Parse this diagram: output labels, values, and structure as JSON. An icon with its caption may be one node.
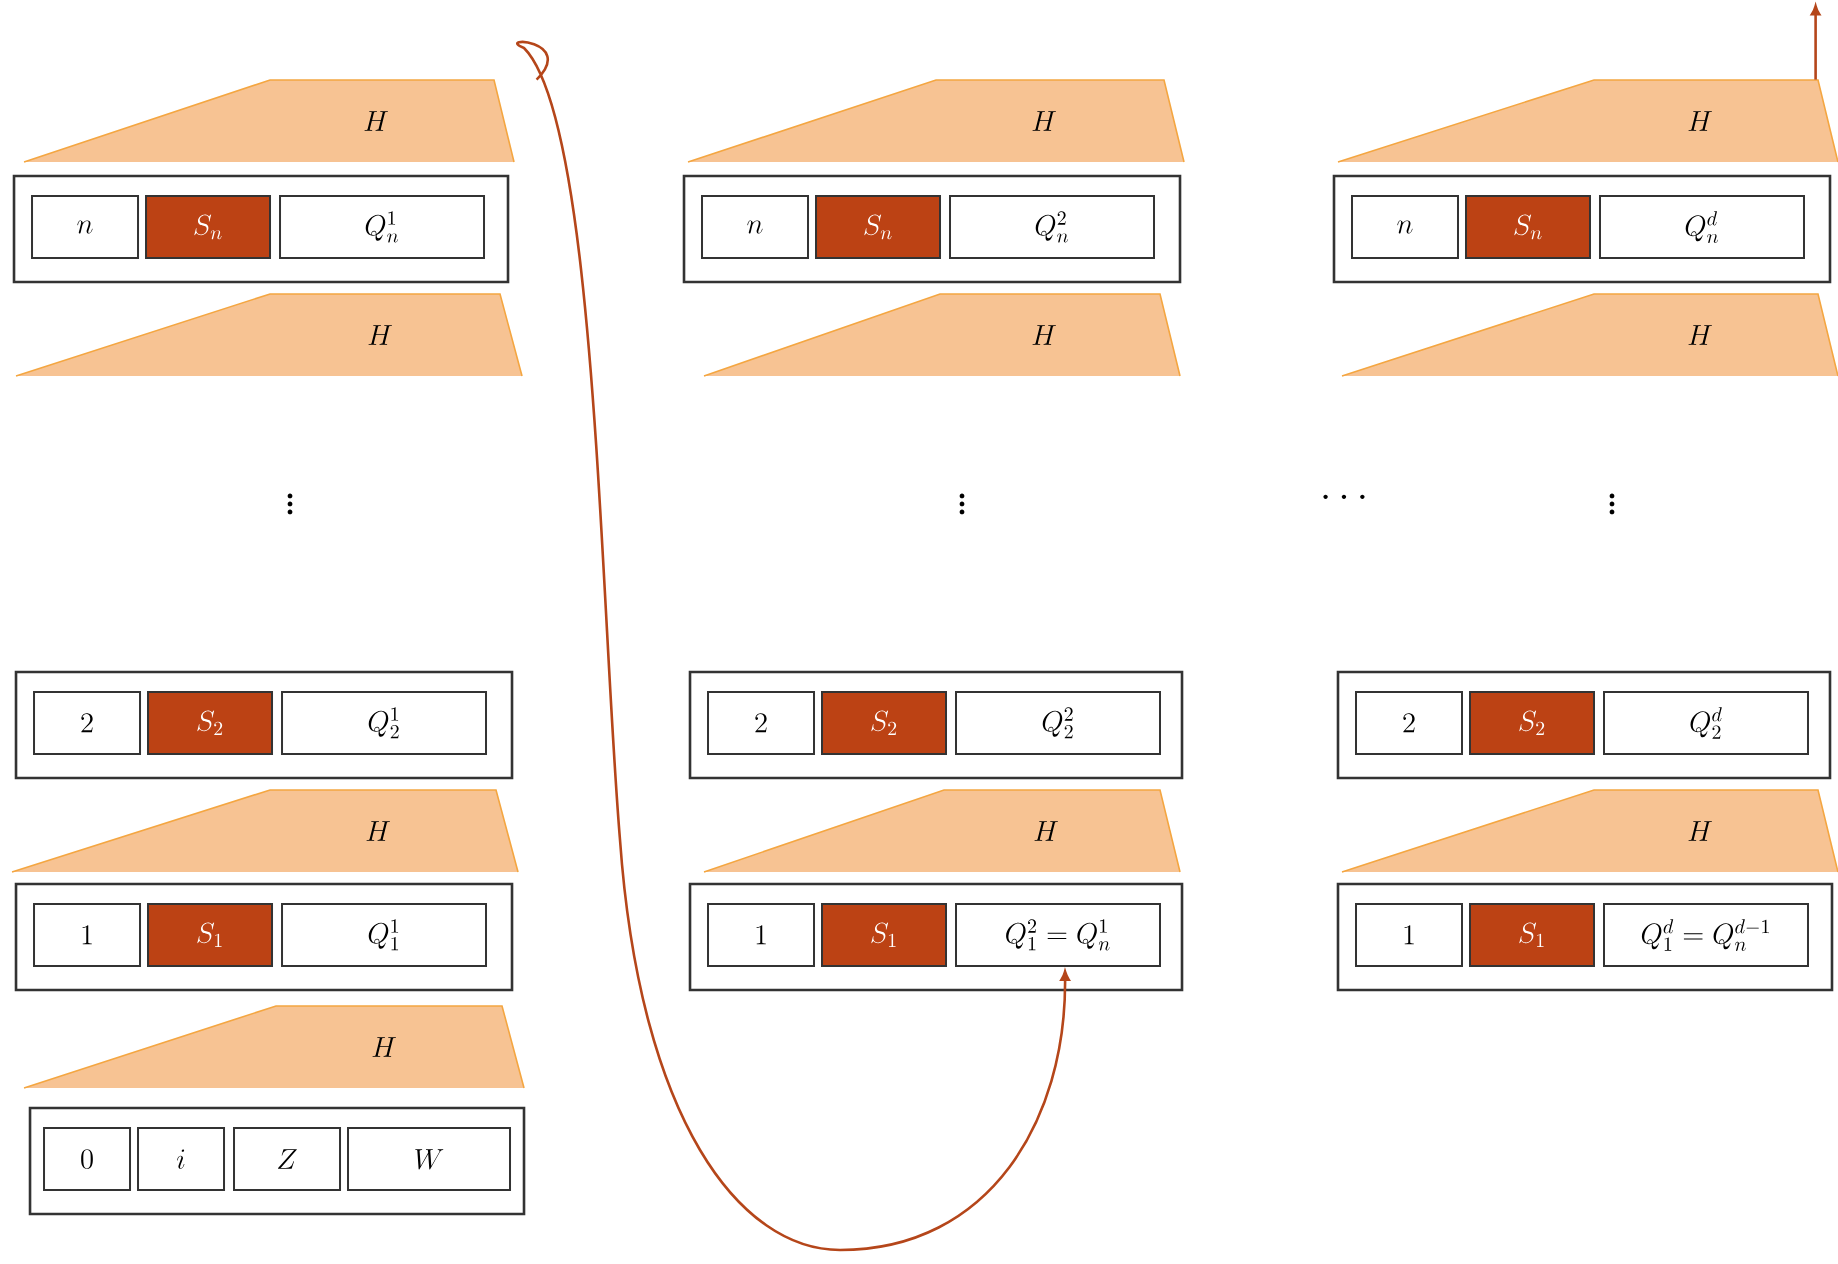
{
  "diagram": {
    "nodes": [
      {
        "text": [
          "H"
        ]
      },
      {
        "text": [],
        "shape": "box"
      },
      {
        "text": [
          "n"
        ],
        "in": 1
      },
      {
        "text": [
          "S_n"
        ],
        "in": 1
      },
      {
        "text": [
          "Q_n^1"
        ],
        "in": 1
      },
      {
        "text": [
          "H"
        ]
      },
      {
        "text": [],
        "shape": "box"
      },
      {
        "text": [
          "2"
        ],
        "in": 6
      },
      {
        "text": [
          "S_2"
        ],
        "in": 6
      },
      {
        "text": [
          "Q_2^1"
        ],
        "in": 6
      },
      {
        "text": [
          "H"
        ]
      },
      {
        "text": [],
        "shape": "box"
      },
      {
        "text": [
          "1"
        ],
        "in": 11
      },
      {
        "text": [
          "S_1"
        ],
        "in": 11
      },
      {
        "text": [
          "Q_1^1"
        ],
        "in": 11
      },
      {
        "text": [
          "H"
        ]
      },
      {
        "text": [],
        "shape": "box"
      },
      {
        "text": [
          "0"
        ],
        "in": 16
      },
      {
        "text": [
          "i"
        ],
        "in": 16
      },
      {
        "text": [
          "Z"
        ],
        "in": 16
      },
      {
        "text": [
          "W"
        ],
        "in": 16
      },
      {
        "text": [
          "H"
        ]
      },
      {
        "text": [],
        "shape": "box"
      },
      {
        "text": [
          "n"
        ],
        "in": 22
      },
      {
        "text": [
          "S_n"
        ],
        "in": 22
      },
      {
        "text": [
          "Q_n^2"
        ],
        "in": 22
      },
      {
        "text": [
          "H"
        ]
      },
      {
        "text": [],
        "shape": "box"
      },
      {
        "text": [
          "2"
        ],
        "in": 27
      },
      {
        "text": [
          "S_2"
        ],
        "in": 27
      },
      {
        "text": [
          "Q_2^2"
        ],
        "in": 27
      },
      {
        "text": [
          "H"
        ]
      },
      {
        "text": [],
        "shape": "box"
      },
      {
        "text": [
          "1"
        ],
        "in": 32
      },
      {
        "text": [
          "S_1"
        ],
        "in": 32
      },
      {
        "text": [
          "Q_1^2 = Q_n^1"
        ],
        "in": 32
      },
      {
        "text": [
          "H"
        ]
      },
      {
        "text": [],
        "shape": "box"
      },
      {
        "text": [
          "n"
        ],
        "in": 37
      },
      {
        "text": [
          "S_n"
        ],
        "in": 37
      },
      {
        "text": [
          "Q_n^d"
        ],
        "in": 37
      },
      {
        "text": [
          "H"
        ]
      },
      {
        "text": [],
        "shape": "box"
      },
      {
        "text": [
          "2"
        ],
        "in": 42
      },
      {
        "text": [
          "S_2"
        ],
        "in": 42
      },
      {
        "text": [
          "Q_2^d"
        ],
        "in": 42
      },
      {
        "text": [
          "H"
        ]
      },
      {
        "text": [],
        "shape": "box"
      },
      {
        "text": [
          "1"
        ],
        "in": 47
      },
      {
        "text": [
          "S_1"
        ],
        "in": 47
      },
      {
        "text": [
          "Q_1^d = Q_n^{d-1}"
        ],
        "in": 47
      }
    ],
    "edges": [
      {
        "from": 0,
        "to": 35,
        "arrow": "to"
      },
      {
        "from": 36,
        "to": null,
        "arrow": "to"
      }
    ],
    "labels": [
      "\\vdots",
      "\\vdots",
      "\\cdots",
      "\\vdots"
    ]
  }
}
